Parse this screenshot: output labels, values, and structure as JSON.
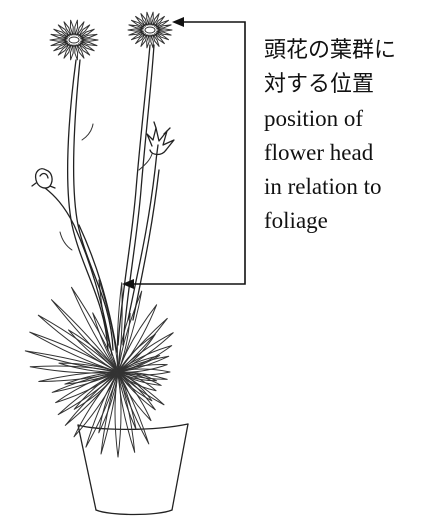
{
  "label": {
    "japanese_lines": [
      "頭花の葉群に",
      "対する位置"
    ],
    "english_lines": [
      "position of",
      "flower head",
      "in relation to",
      "foliage"
    ]
  },
  "icons": {
    "plant": "potted-plant-illustration",
    "arrow": "bracket-arrow"
  },
  "colors": {
    "ink": "#222222",
    "background": "#ffffff"
  }
}
